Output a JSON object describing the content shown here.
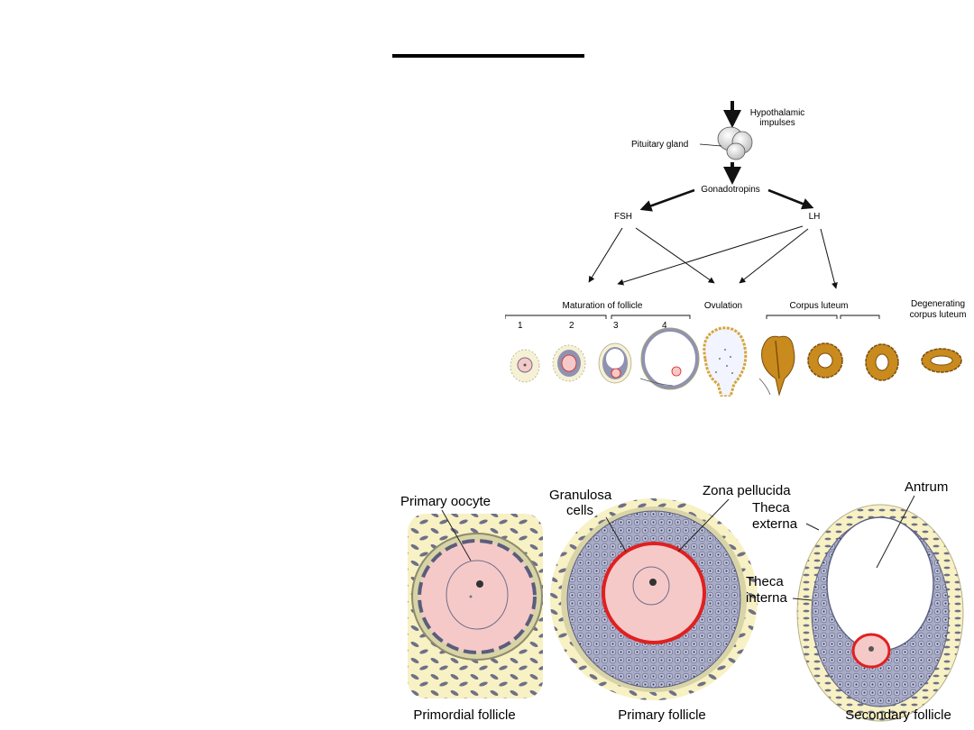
{
  "top_diagram": {
    "hypothalamic_impulses": [
      "Hypothalamic",
      "impulses"
    ],
    "pituitary_gland": "Pituitary gland",
    "gonadotropins": "Gonadotropins",
    "fsh": "FSH",
    "lh": "LH",
    "maturation": "Maturation of follicle",
    "ovulation": "Ovulation",
    "corpus_luteum": "Corpus luteum",
    "degenerating": [
      "Degenerating",
      "corpus luteum"
    ],
    "stage_numbers": [
      "1",
      "2",
      "3",
      "4"
    ]
  },
  "bottom_diagram": {
    "primary_oocyte": "Primary oocyte",
    "granulosa_cells": [
      "Granulosa",
      "cells"
    ],
    "zona_pellucida": "Zona pellucida",
    "antrum": "Antrum",
    "theca_externa": [
      "Theca",
      "externa"
    ],
    "theca_interna": [
      "Theca",
      "interna"
    ],
    "primordial_follicle": "Primordial follicle",
    "primary_follicle": "Primary follicle",
    "secondary_follicle": "Secondary follicle"
  },
  "colors": {
    "oocyte_pink": "#f6c9c9",
    "granulosa_gray": "#8f92b0",
    "zona_red": "#e02020",
    "theca_yellow": "#f7f1c4",
    "corpus_luteum_ochre": "#c98a1e"
  }
}
